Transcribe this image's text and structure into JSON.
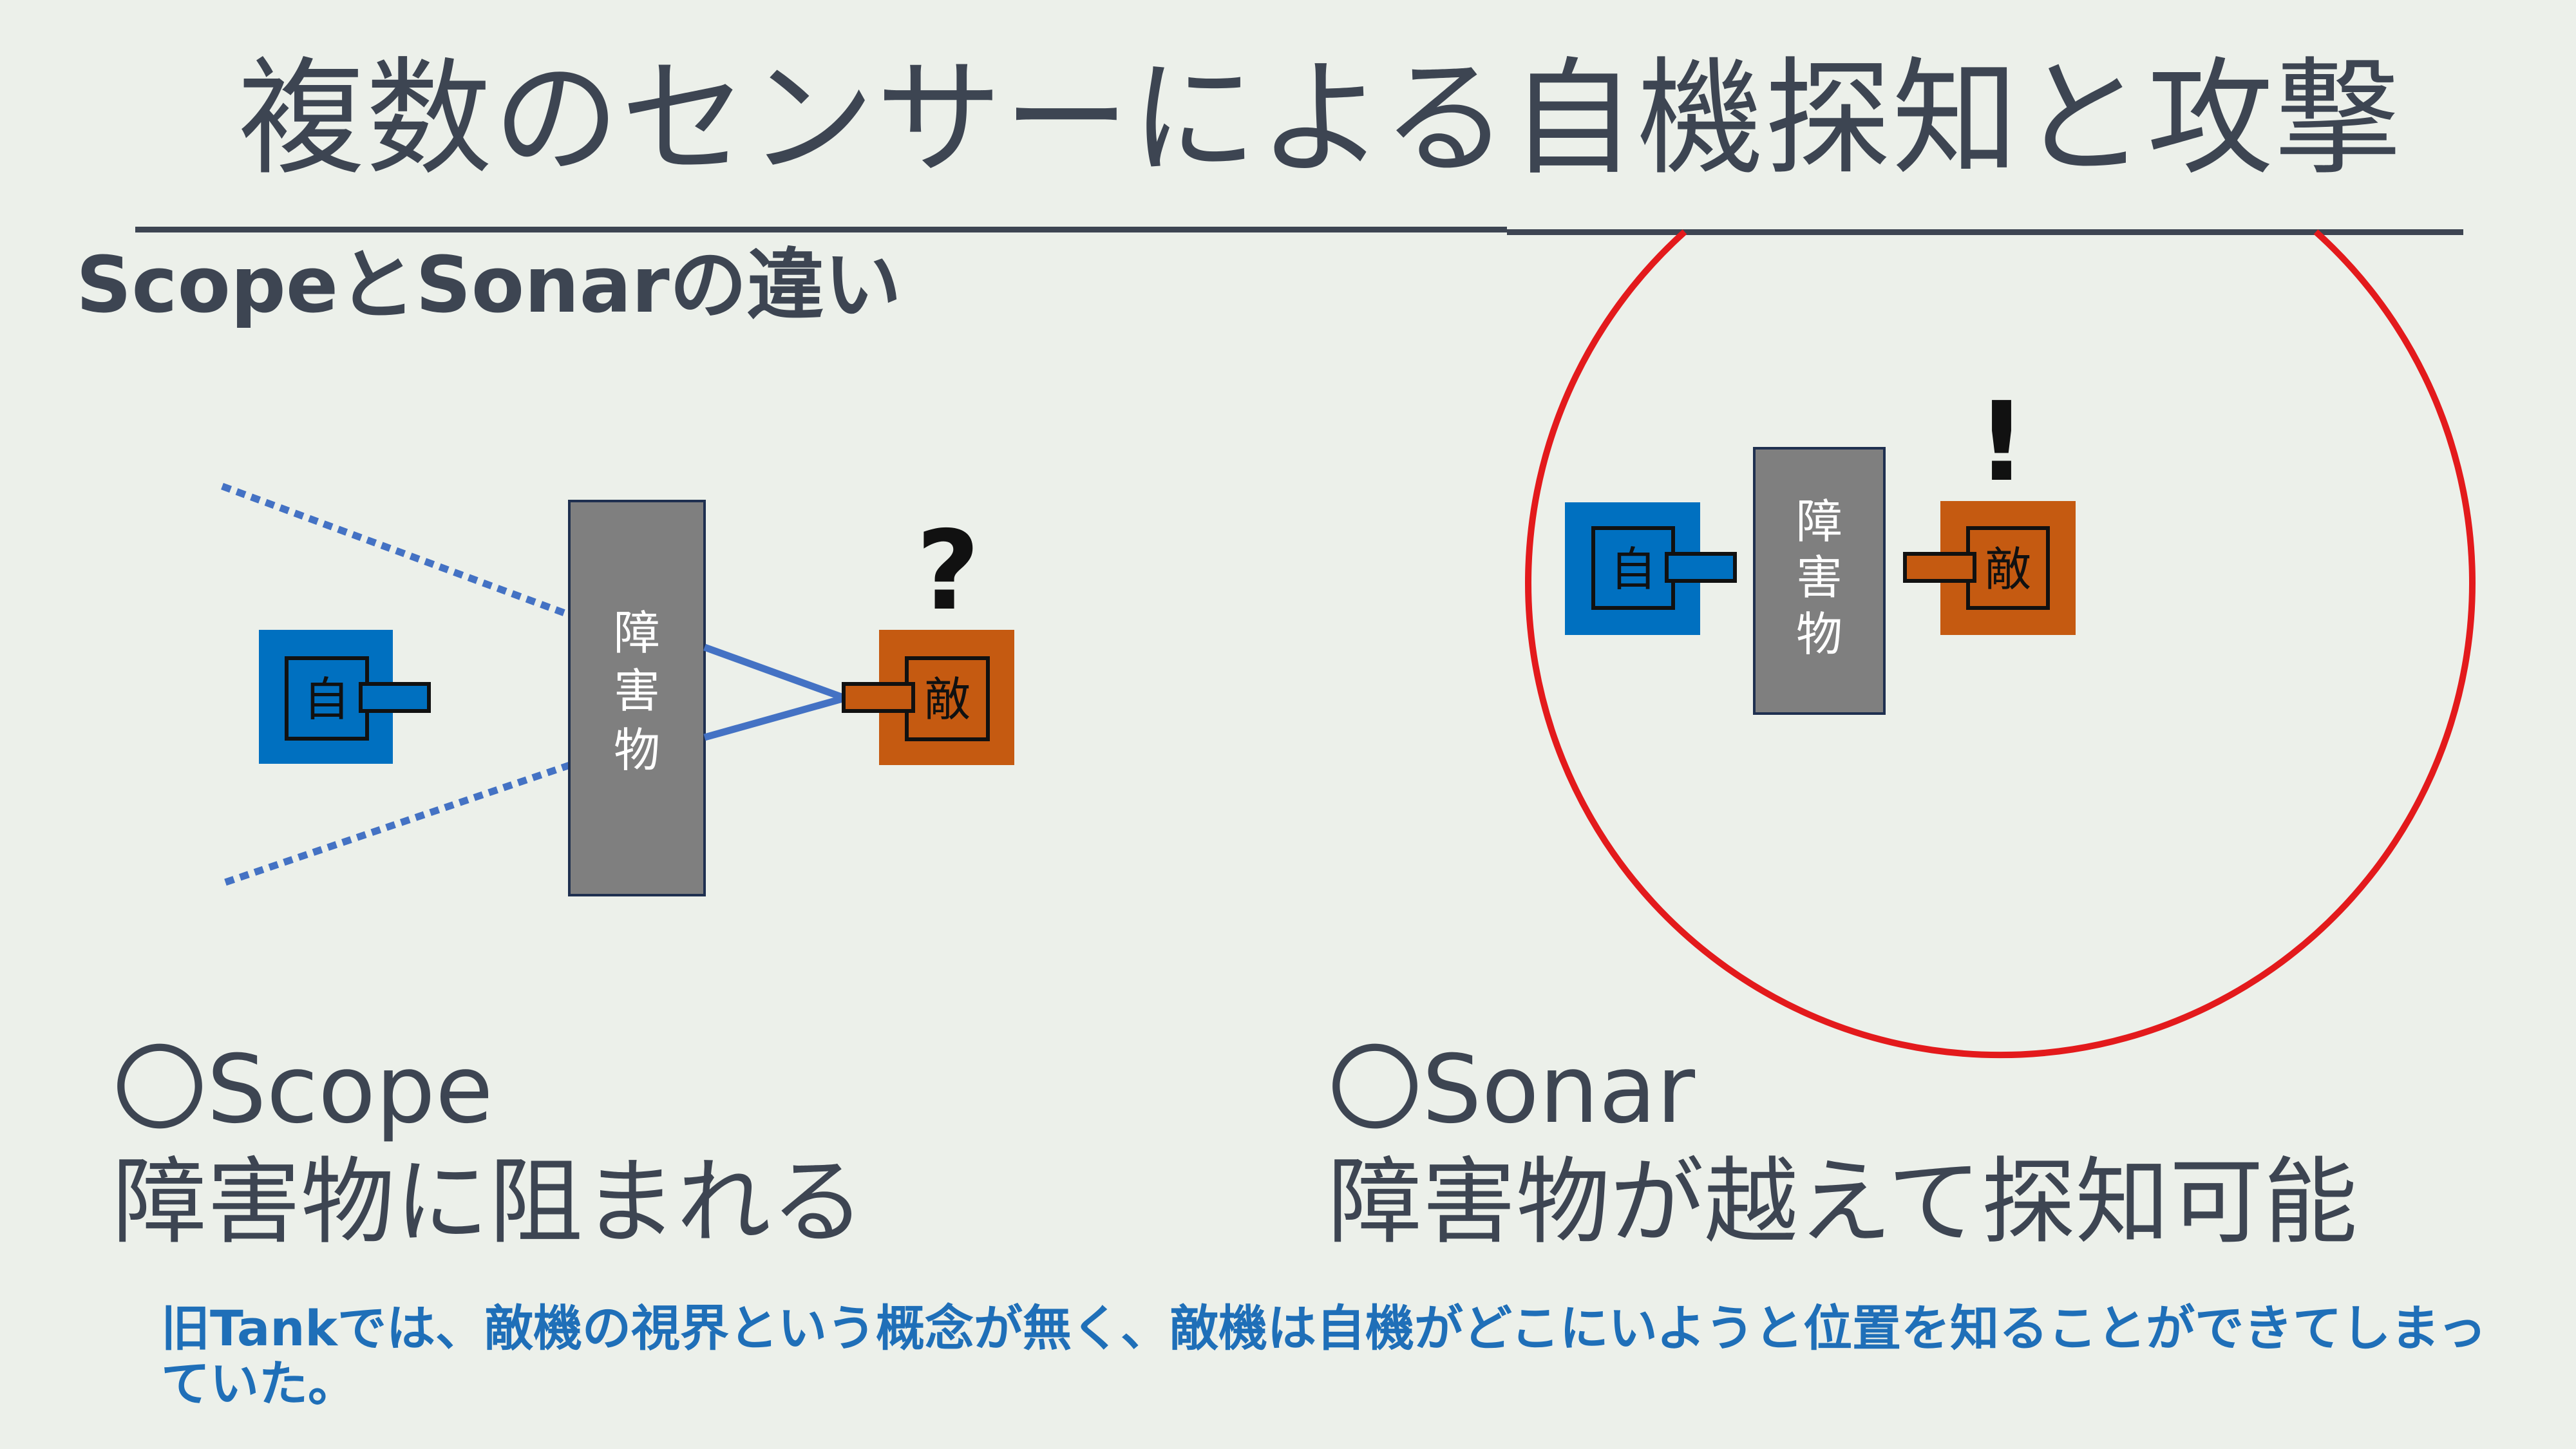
{
  "slide": {
    "title": "複数のセンサーによる自機探知と攻撃",
    "subtitle": "ScopeとSonarの違い",
    "note": "旧Tankでは、敵機の視界という概念が無く、敵機は自機がどこにいようと位置を知ることができてしまっていた。"
  },
  "left_panel": {
    "caption_line1": "〇Scope",
    "caption_line2": "障害物に阻まれる",
    "self_label": "自",
    "enemy_label": "敵",
    "obstacle_chars": [
      "障",
      "害",
      "物"
    ],
    "mark": "?"
  },
  "right_panel": {
    "caption_line1": "〇Sonar",
    "caption_line2": "障害物が越えて探知可能",
    "self_label": "自",
    "enemy_label": "敵",
    "obstacle_chars": [
      "障",
      "害",
      "物"
    ],
    "mark": "!"
  },
  "colors": {
    "self_tank": "#0070c0",
    "enemy_tank": "#c55a11",
    "obstacle": "#7f7f7f",
    "scope_lines": "#4472c4",
    "sonar_circle": "#e31a1c",
    "note_text": "#1f6fb8"
  }
}
